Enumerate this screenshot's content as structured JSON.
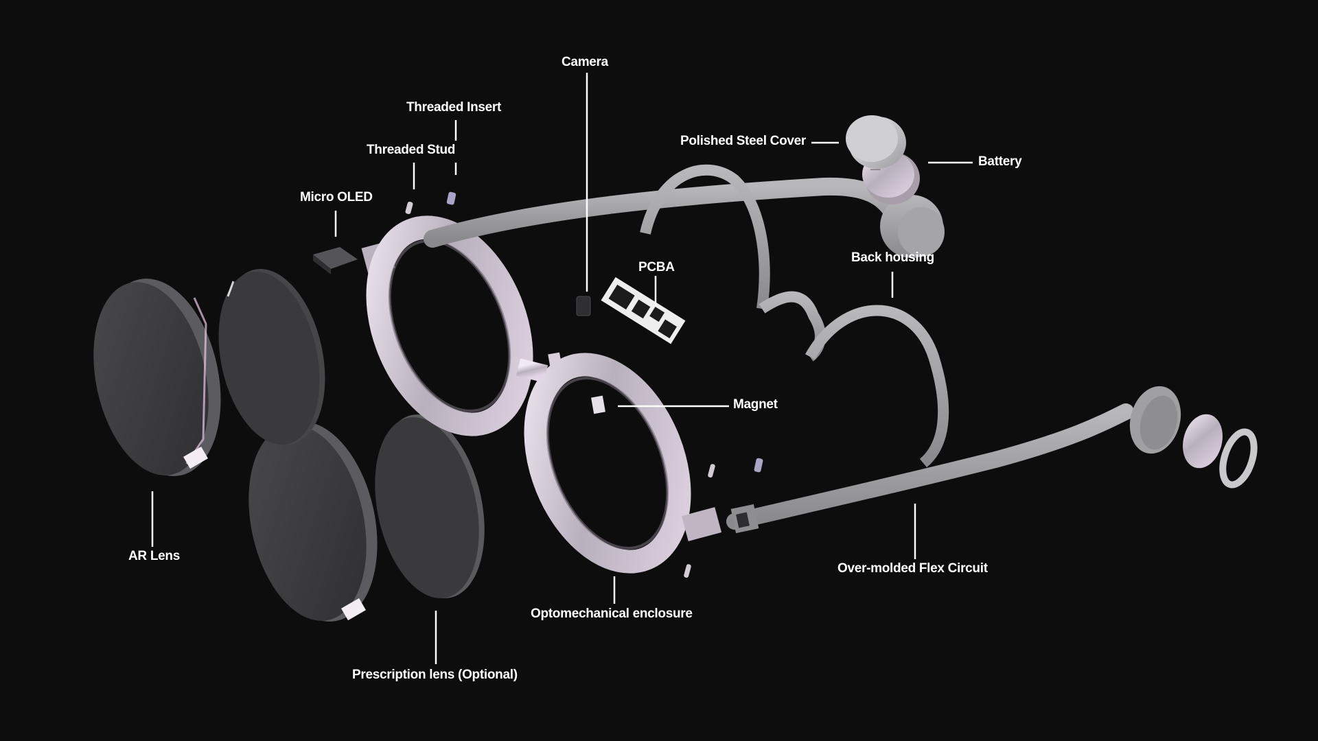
{
  "labels": {
    "camera": "Camera",
    "threaded_insert": "Threaded Insert",
    "threaded_stud": "Threaded Stud",
    "micro_oled": "Micro OLED",
    "polished_steel_cover": "Polished Steel Cover",
    "battery": "Battery",
    "pcba": "PCBA",
    "back_housing": "Back housing",
    "magnet": "Magnet",
    "ar_lens": "AR Lens",
    "over_molded_flex_circuit": "Over-molded Flex Circuit",
    "optomechanical_enclosure": "Optomechanical enclosure",
    "prescription_lens": "Prescription lens (Optional)"
  },
  "colors": {
    "background": "#0d0d0e",
    "label_text": "#ffffff",
    "leader_line": "#ffffff",
    "lens_dark": "#3a3a3c",
    "frame_metal": "#c9c0cc",
    "housing_grey": "#9d9d9f",
    "lens_highlight": "#e7c9e6"
  }
}
